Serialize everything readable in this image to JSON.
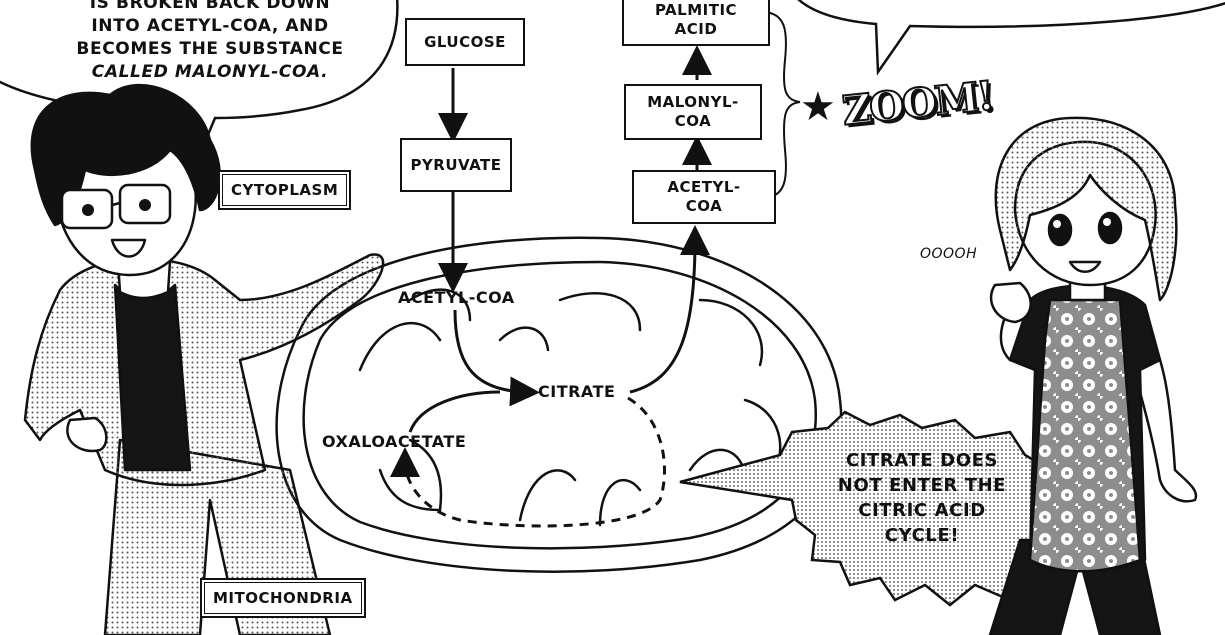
{
  "narration": {
    "left_bubble_lines": [
      "IS BROKEN BACK DOWN",
      "INTO ACETYL-CoA, AND",
      "BECOMES THE SUBSTANCE",
      "CALLED MALONYL-CoA."
    ]
  },
  "pathway": {
    "glucose": "GLUCOSE",
    "pyruvate": "PYRUVATE",
    "acetyl_coa_mito": "ACETYL-CoA",
    "citrate": "CITRATE",
    "oxaloacetate": "OXALOACETATE",
    "acetyl_coa_top_1": "ACETYL-",
    "acetyl_coa_top_2": "CoA",
    "malonyl_coa_1": "MALONYL-",
    "malonyl_coa_2": "CoA",
    "palmitic_1": "PALMITIC",
    "palmitic_2": "ACID"
  },
  "labels": {
    "cytoplasm": "CYTOPLASM",
    "mitochondria": "MITOCHONDRIA",
    "zoom": "ZOOM!",
    "star": "★",
    "ooooh": "OOOOH"
  },
  "callout": {
    "lines": [
      "CITRATE DOES",
      "NOT ENTER THE",
      "CITRIC ACID",
      "CYCLE!"
    ]
  },
  "colors": {
    "ink": "#111111",
    "paper": "#ffffff",
    "screentone": "#9a9a9a"
  }
}
